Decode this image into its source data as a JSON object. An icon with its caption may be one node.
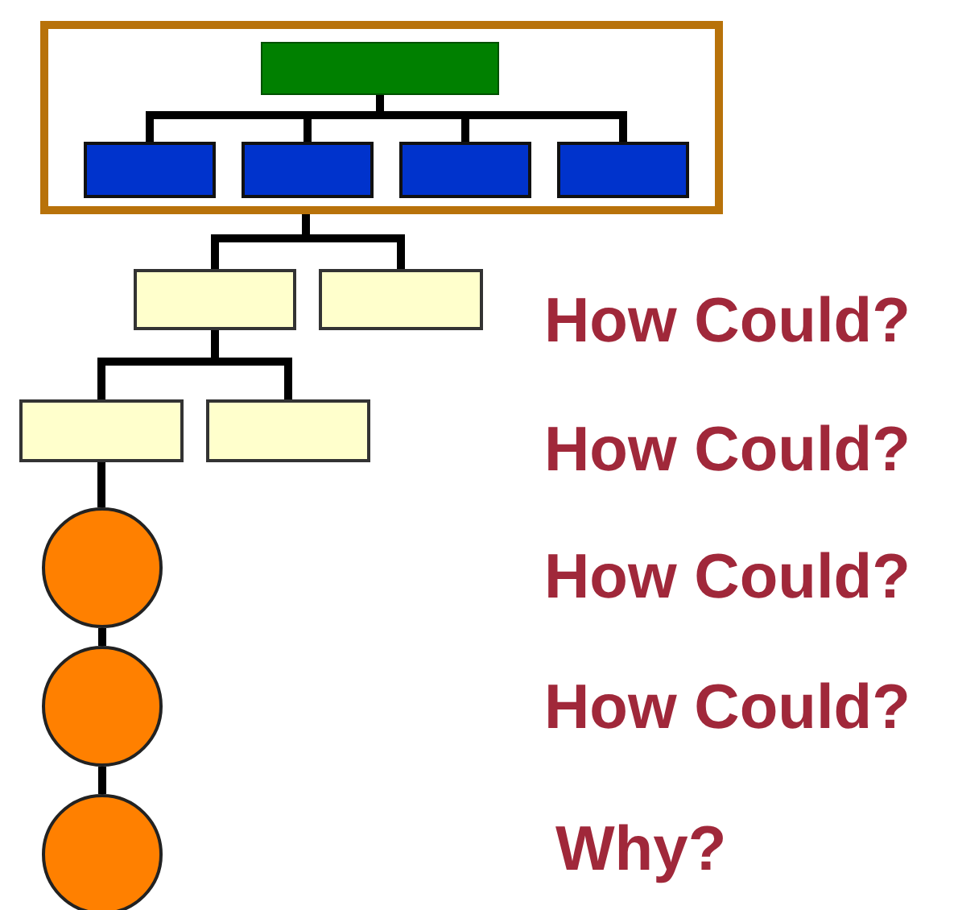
{
  "diagram": {
    "nodes": [
      {
        "text": [],
        "shape": "box"
      },
      {
        "text": [],
        "shape": "box",
        "in": 0
      },
      {
        "text": [],
        "shape": "box",
        "in": 0
      },
      {
        "text": [],
        "shape": "box",
        "in": 0
      },
      {
        "text": [],
        "shape": "box",
        "in": 0
      },
      {
        "text": [],
        "shape": "box",
        "in": 0
      },
      {
        "text": [],
        "shape": "box"
      },
      {
        "text": [],
        "shape": "box"
      },
      {
        "text": [],
        "shape": "box"
      },
      {
        "text": [],
        "shape": "box"
      },
      {
        "text": [],
        "shape": "circle"
      },
      {
        "text": [],
        "shape": "circle"
      },
      {
        "text": [],
        "shape": "circle"
      }
    ],
    "edges": [
      {
        "from": 1,
        "to": 2,
        "arrow": "none"
      },
      {
        "from": 1,
        "to": 3,
        "arrow": "none"
      },
      {
        "from": 1,
        "to": 4,
        "arrow": "none"
      },
      {
        "from": 1,
        "to": 5,
        "arrow": "none"
      },
      {
        "from": 0,
        "to": 6,
        "arrow": "none"
      },
      {
        "from": 0,
        "to": 7,
        "arrow": "none"
      },
      {
        "from": 6,
        "to": 8,
        "arrow": "none"
      },
      {
        "from": 6,
        "to": 9,
        "arrow": "none"
      },
      {
        "from": 8,
        "to": 10,
        "arrow": "none"
      },
      {
        "from": 10,
        "to": 11,
        "arrow": "none"
      },
      {
        "from": 11,
        "to": 12,
        "arrow": "none"
      }
    ],
    "labels": [
      "How Could?",
      "How Could?",
      "How Could?",
      "How Could?",
      "Why?"
    ]
  }
}
